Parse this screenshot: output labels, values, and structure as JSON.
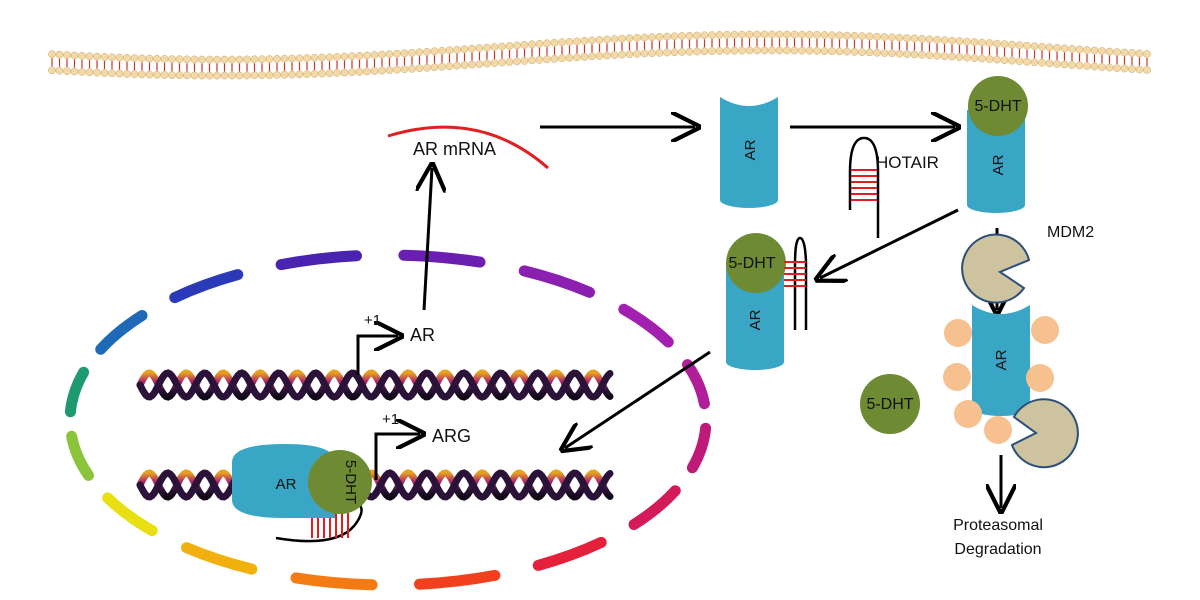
{
  "labels": {
    "ar_mrna": "AR mRNA",
    "ar_gene": "AR",
    "tss_ar": "+1",
    "tss_arg": "+1",
    "arg_gene": "ARG",
    "hotair": "HOTAIR",
    "mdm2": "MDM2",
    "dht": "5-DHT",
    "receptor": "AR",
    "proteasomal_line1": "Proteasomal",
    "proteasomal_line2": "Degradation"
  },
  "colors": {
    "receptor": "#3aa6c5",
    "dht": "#6e8a32",
    "mrna": "#e02020",
    "hairpin_rungs": "#e02020",
    "mdm2_fill": "#cdc49f",
    "mdm2_stroke": "#2c4f7a",
    "ubiquitin": "#f6c08f",
    "membrane_head": "#f3d9a6",
    "membrane_tail": "#c0392b",
    "dna_dark": "#2a1238",
    "dna_light": "#e6a020"
  }
}
